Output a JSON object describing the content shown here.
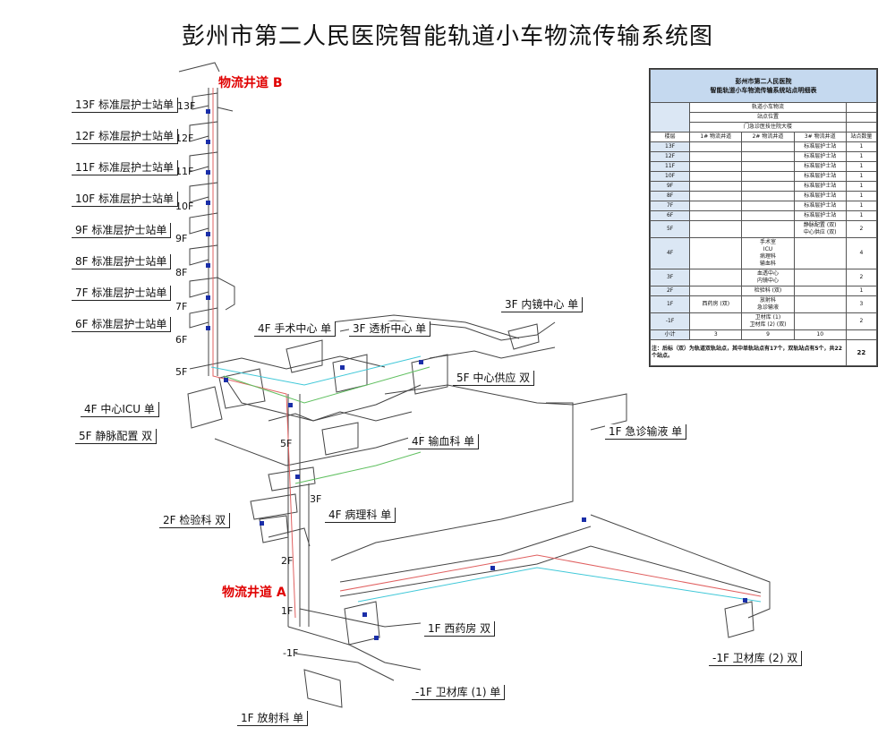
{
  "title": "彭州市第二人民医院智能轨道小车物流传输系统图",
  "shaft_b": "物流井道 B",
  "shaft_a": "物流井道 A",
  "floor_marks": [
    "13F",
    "12F",
    "11F",
    "10F",
    "9F",
    "8F",
    "7F",
    "6F",
    "5F",
    "5F",
    "3F",
    "2F",
    "1F",
    "-1F"
  ],
  "stations": {
    "f13": "13F 标准层护士站单",
    "f12": "12F 标准层护士站单",
    "f11": "11F 标准层护士站单",
    "f10": "10F 标准层护士站单",
    "f9": "9F 标准层护士站单",
    "f8": "8F 标准层护士站单",
    "f7": "7F 标准层护士站单",
    "f6": "6F 标准层护士站单",
    "icu": "4F   中心ICU  单",
    "jingmai": "5F   静脉配置  双",
    "shoushu": "4F  手术中心  单",
    "touxi": "3F  透析中心  单",
    "neijing": "3F  内镜中心  单",
    "gongying": "5F  中心供应  双",
    "shuxue": "4F  输血科    单",
    "jizhen": "1F  急诊输液  单",
    "jianyan": "2F  检验科    双",
    "bingli": "4F  病理科    单",
    "xiyao": "1F  西药房    双",
    "weicai2": "-1F 卫材库 (2)  双",
    "weicai1": "-1F 卫材库 (1)  单",
    "fangshe": "1F  放射科    单"
  },
  "legend": {
    "title1": "彭州市第二人民医院",
    "title2": "智能轨道小车物流传输系统站点明细表",
    "row_system": "轨道小车物流",
    "row_location": "站点位置",
    "row_building": "门急诊医技住院大楼",
    "col_headers": [
      "楼层",
      "1# 物流井道",
      "2# 物流井道",
      "3# 物流井道",
      "站点数量"
    ],
    "rows": [
      {
        "floor": "13F",
        "c1": "",
        "c2": "",
        "c3": "标准层护士站",
        "n": "1"
      },
      {
        "floor": "12F",
        "c1": "",
        "c2": "",
        "c3": "标准层护士站",
        "n": "1"
      },
      {
        "floor": "11F",
        "c1": "",
        "c2": "",
        "c3": "标准层护士站",
        "n": "1"
      },
      {
        "floor": "10F",
        "c1": "",
        "c2": "",
        "c3": "标准层护士站",
        "n": "1"
      },
      {
        "floor": "9F",
        "c1": "",
        "c2": "",
        "c3": "标准层护士站",
        "n": "1"
      },
      {
        "floor": "8F",
        "c1": "",
        "c2": "",
        "c3": "标准层护士站",
        "n": "1"
      },
      {
        "floor": "7F",
        "c1": "",
        "c2": "",
        "c3": "标准层护士站",
        "n": "1"
      },
      {
        "floor": "6F",
        "c1": "",
        "c2": "",
        "c3": "标准层护士站",
        "n": "1"
      },
      {
        "floor": "5F",
        "c1": "",
        "c2": "",
        "c3": "静脉配置 (双)\n中心供应 (双)",
        "n": "2"
      },
      {
        "floor": "4F",
        "c1": "",
        "c2": "手术室\nICU\n病理科\n输血科",
        "c3": "",
        "n": "4"
      },
      {
        "floor": "3F",
        "c1": "",
        "c2": "血透中心\n内镜中心",
        "c3": "",
        "n": "2"
      },
      {
        "floor": "2F",
        "c1": "",
        "c2": "检验科 (双)",
        "c3": "",
        "n": "1"
      },
      {
        "floor": "1F",
        "c1": "西药房 (双)",
        "c2": "放射科\n急诊输液",
        "c3": "",
        "n": "3"
      },
      {
        "floor": "-1F",
        "c1": "",
        "c2": "卫材库 (1)\n卫材库 (2) (双)",
        "c3": "",
        "n": "2"
      },
      {
        "floor": "小计",
        "c1": "3",
        "c2": "9",
        "c3": "10",
        "n": ""
      }
    ],
    "note": "注：后标（双）为轨道双轨站点，其中单轨站点有17个，双轨站点有5个，共22个站点。",
    "total": "22"
  },
  "colors": {
    "track": "#444444",
    "rail_red": "#e06060",
    "rail_cyan": "#40c8d8",
    "rail_green": "#60c060",
    "station_blue": "#1a2ea8",
    "shaft_label": "#e00000",
    "legend_header": "#c5d9ef"
  }
}
